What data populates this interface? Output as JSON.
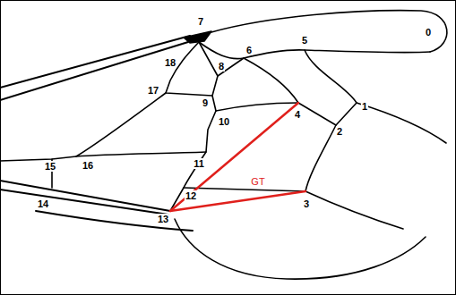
{
  "diagram": {
    "labels": [
      "0",
      "1",
      "2",
      "3",
      "4",
      "5",
      "6",
      "7",
      "8",
      "9",
      "10",
      "11",
      "12",
      "13",
      "14",
      "15",
      "16",
      "17",
      "18",
      "GT"
    ]
  }
}
